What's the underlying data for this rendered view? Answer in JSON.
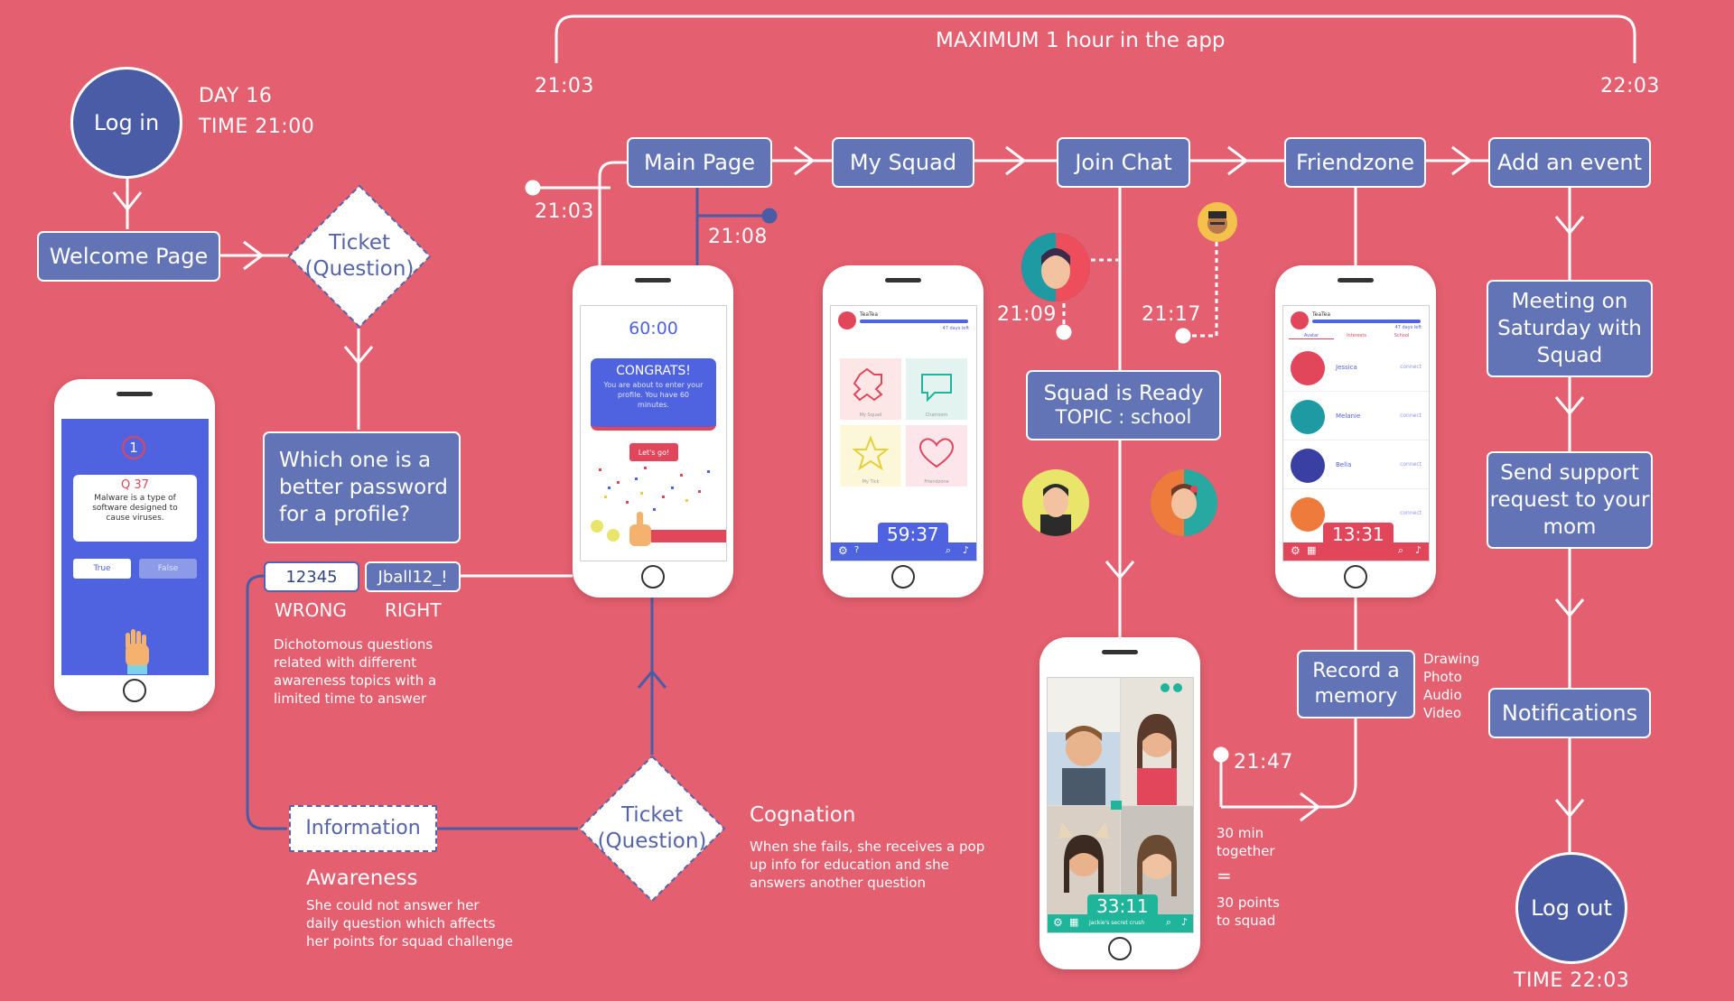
{
  "header": {
    "bracket_label": "MAXIMUM 1  hour in the app",
    "start_time": "21:03",
    "end_time": "22:03"
  },
  "start": {
    "login_label": "Log in",
    "day": "DAY 16",
    "time": "TIME 21:00",
    "welcome_label": "Welcome Page",
    "ticket_label_1": "Ticket",
    "ticket_label_2": "(Question)"
  },
  "quiz_phone": {
    "counter": "1",
    "question_no": "Q 37",
    "question_text": "Malware is a type of software designed to cause viruses.",
    "true_label": "True",
    "false_label": "False"
  },
  "question": {
    "text": "Which one is a better password for a profile?",
    "answer_wrong": "12345",
    "answer_right": "Jball12_!",
    "wrong_label": "WRONG",
    "right_label": "RIGHT",
    "description": "Dichotomous questions related with different awareness topics with a limited time to answer"
  },
  "awareness": {
    "info_label": "Information",
    "title": "Awareness",
    "description": "She could not answer her daily question which affects her points for squad challenge"
  },
  "cognation": {
    "ticket_label_1": "Ticket",
    "ticket_label_2": "(Question)",
    "title": "Cognation",
    "description": "When she fails, she receives a pop up info for education and she answers another question"
  },
  "flow": {
    "main_page": "Main Page",
    "my_squad": "My Squad",
    "join_chat": "Join Chat",
    "friendzone": "Friendzone",
    "add_event": "Add an event",
    "time_main": "21:03",
    "time_branch": "21:08",
    "time_join1": "21:09",
    "time_join2": "21:17",
    "time_call": "21:47"
  },
  "main_phone": {
    "timer": "60:00",
    "congrats_title": "CONGRATS!",
    "congrats_text": "You are about to enter your profile. You have 60 minutes.",
    "lets_go": "Let's go!"
  },
  "squad_phone": {
    "user": "TeaTea",
    "days_left": "47 days left",
    "tiles": [
      "My Squad",
      "Chatroom",
      "My Tick",
      "Friendzone"
    ],
    "timer": "59:37"
  },
  "squad_ready": {
    "title": "Squad is Ready",
    "topic": "TOPIC : school"
  },
  "friend_phone": {
    "user": "TeaTea",
    "days_left": "47 days left",
    "tabs": [
      "Avatar",
      "Interests",
      "School"
    ],
    "friends": [
      {
        "name": "Jessica",
        "action": "connect"
      },
      {
        "name": "Melanie",
        "action": "connect"
      },
      {
        "name": "Bella",
        "action": "connect"
      },
      {
        "name": "",
        "action": "connect"
      }
    ],
    "timer": "13:31"
  },
  "video_phone": {
    "timer": "33:11",
    "caption": "Jackie's secret crush"
  },
  "memory": {
    "label": "Record a memory",
    "types": [
      "Drawing",
      "Photo",
      "Audio",
      "Video"
    ],
    "duration": "30 min together",
    "equals": "=",
    "points": "30 points to squad"
  },
  "right_column": {
    "meeting": "Meeting on Saturday with Squad",
    "support": "Send support request to your mom",
    "notifications": "Notifications",
    "logout": "Log out",
    "logout_time": "TIME 22:03"
  },
  "colors": {
    "background": "#E45F6F",
    "box": "#6274B5",
    "dark_blue": "#4B5CA6",
    "phone_blue": "#4F63E0",
    "accent_red": "#E2465B"
  }
}
